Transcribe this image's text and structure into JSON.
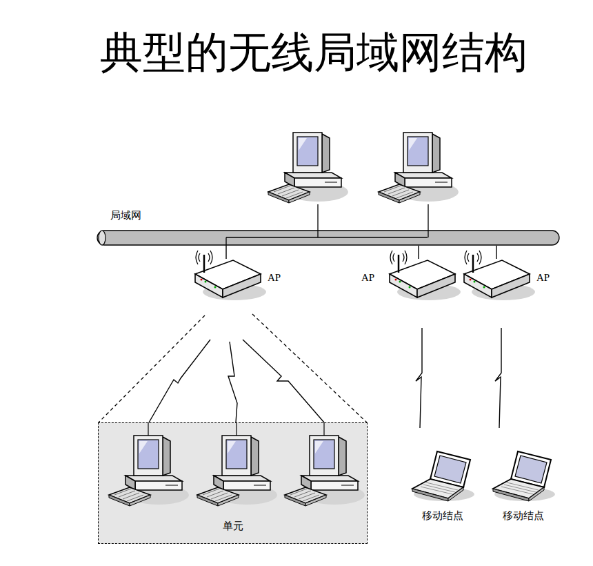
{
  "diagram": {
    "title": "典型的无线局域网结构",
    "nodes": [
      {
        "text": [
          "局域网"
        ]
      },
      {
        "text": [
          "AP"
        ]
      },
      {
        "text": [
          "AP"
        ]
      },
      {
        "text": [
          "AP"
        ]
      },
      {
        "text": [
          "单元"
        ]
      },
      {
        "text": [
          "移动结点"
        ]
      },
      {
        "text": [
          "移动结点"
        ]
      }
    ],
    "edges": [
      {
        "from": 1,
        "to": 0,
        "arrow": "none"
      },
      {
        "from": 2,
        "to": 0,
        "arrow": "none"
      },
      {
        "from": 3,
        "to": 0,
        "arrow": "none"
      },
      {
        "from": 2,
        "to": 5,
        "arrow": "none"
      },
      {
        "from": 3,
        "to": 6,
        "arrow": "none"
      }
    ]
  }
}
